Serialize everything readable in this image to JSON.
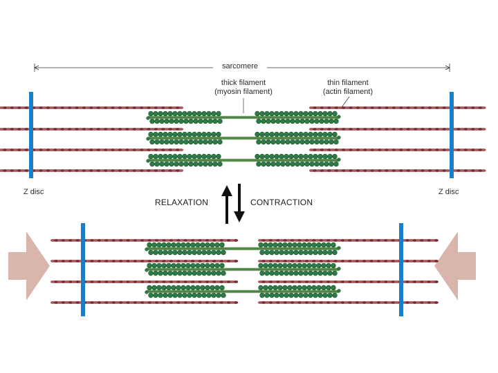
{
  "labels": {
    "sarcomere": "sarcomere",
    "thick_filament_line1": "thick filament",
    "thick_filament_line2": "(myosin filament)",
    "thin_filament_line1": "thin filament",
    "thin_filament_line2": "(actin filament)",
    "z_disc_left": "Z disc",
    "z_disc_right": "Z disc",
    "relaxation": "RELAXATION",
    "contraction": "CONTRACTION"
  },
  "colors": {
    "actin": "#7a2d33",
    "actin_light": "#a9575b",
    "myosin": "#2f7a45",
    "myosin_dark": "#1d5530",
    "myosin_rod": "#6d9d5a",
    "z_disc": "#1a7fc6",
    "force_arrow": "#d9b5ac",
    "text": "#2a2a2a",
    "arrow_black": "#111111"
  }
}
